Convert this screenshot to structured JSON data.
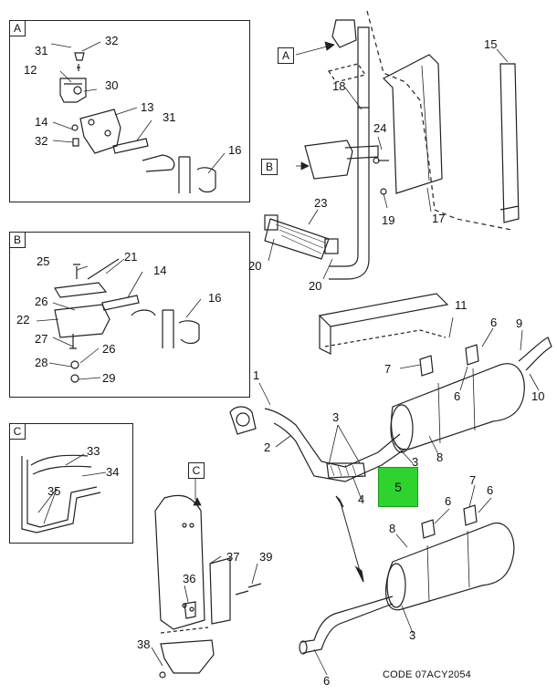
{
  "detail_tags": {
    "a": "A",
    "b": "B",
    "c": "C"
  },
  "callouts": {
    "a": "A",
    "b": "B",
    "c": "C"
  },
  "box_a_labels": [
    "31",
    "32",
    "12",
    "30",
    "13",
    "14",
    "31",
    "32",
    "16"
  ],
  "box_b_labels": [
    "25",
    "21",
    "14",
    "26",
    "16",
    "22",
    "27",
    "26",
    "28",
    "29"
  ],
  "box_c_labels": [
    "33",
    "34",
    "35"
  ],
  "main_labels": [
    "15",
    "18",
    "24",
    "19",
    "17",
    "23",
    "20",
    "20",
    "11",
    "6",
    "9",
    "7",
    "6",
    "10",
    "1",
    "2",
    "3",
    "3",
    "4",
    "8",
    "3",
    "5",
    "36",
    "37",
    "39",
    "38",
    "7",
    "6",
    "6",
    "8",
    "3",
    "6"
  ],
  "highlight_label": "5",
  "code_text": "CODE 07ACY2054"
}
